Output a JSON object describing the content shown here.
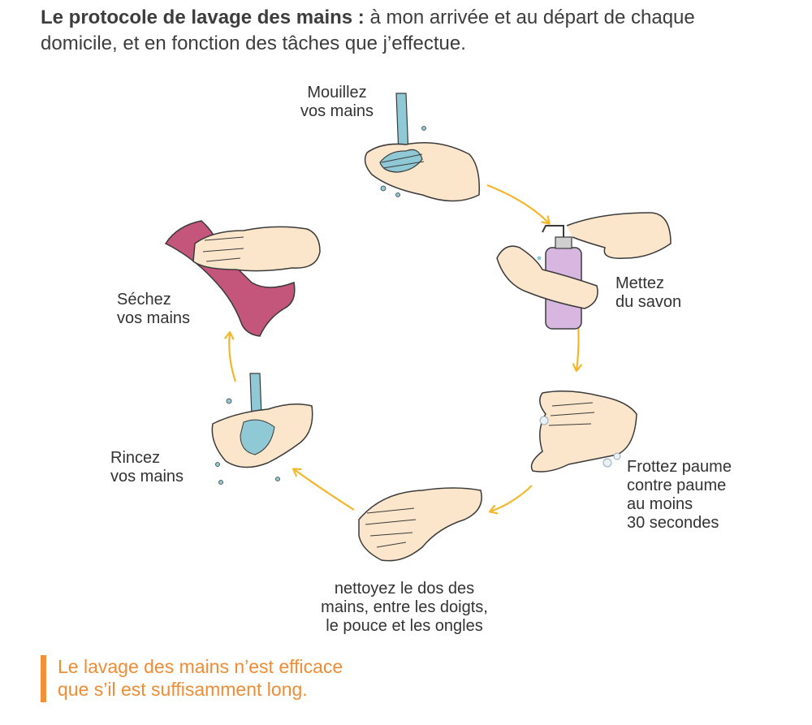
{
  "intro": {
    "bold": "Le protocole de lavage des mains :",
    "text": " à mon arrivée et au départ de chaque domicile, et en fonction des tâches que j’effectue."
  },
  "steps": [
    {
      "label": "Mouillez\nvos mains"
    },
    {
      "label": "Mettez\ndu savon"
    },
    {
      "label": "Frottez paume\ncontre paume\nau moins\n30 secondes"
    },
    {
      "label": "nettoyez le dos des\nmains, entre les doigts,\nle pouce et les ongles"
    },
    {
      "label": "Rincez\nvos mains"
    },
    {
      "label": "Séchez\nvos mains"
    }
  ],
  "note": "Le lavage des mains n’est efficace\nque s’il est suffisamment long.",
  "colors": {
    "arrow": "#f4b72a",
    "skin": "#fbe6cc",
    "outline": "#3a3a3a",
    "water": "#8fc9d6",
    "soap_bottle": "#d7b7e0",
    "towel": "#c3567a",
    "accent": "#f0913a"
  }
}
